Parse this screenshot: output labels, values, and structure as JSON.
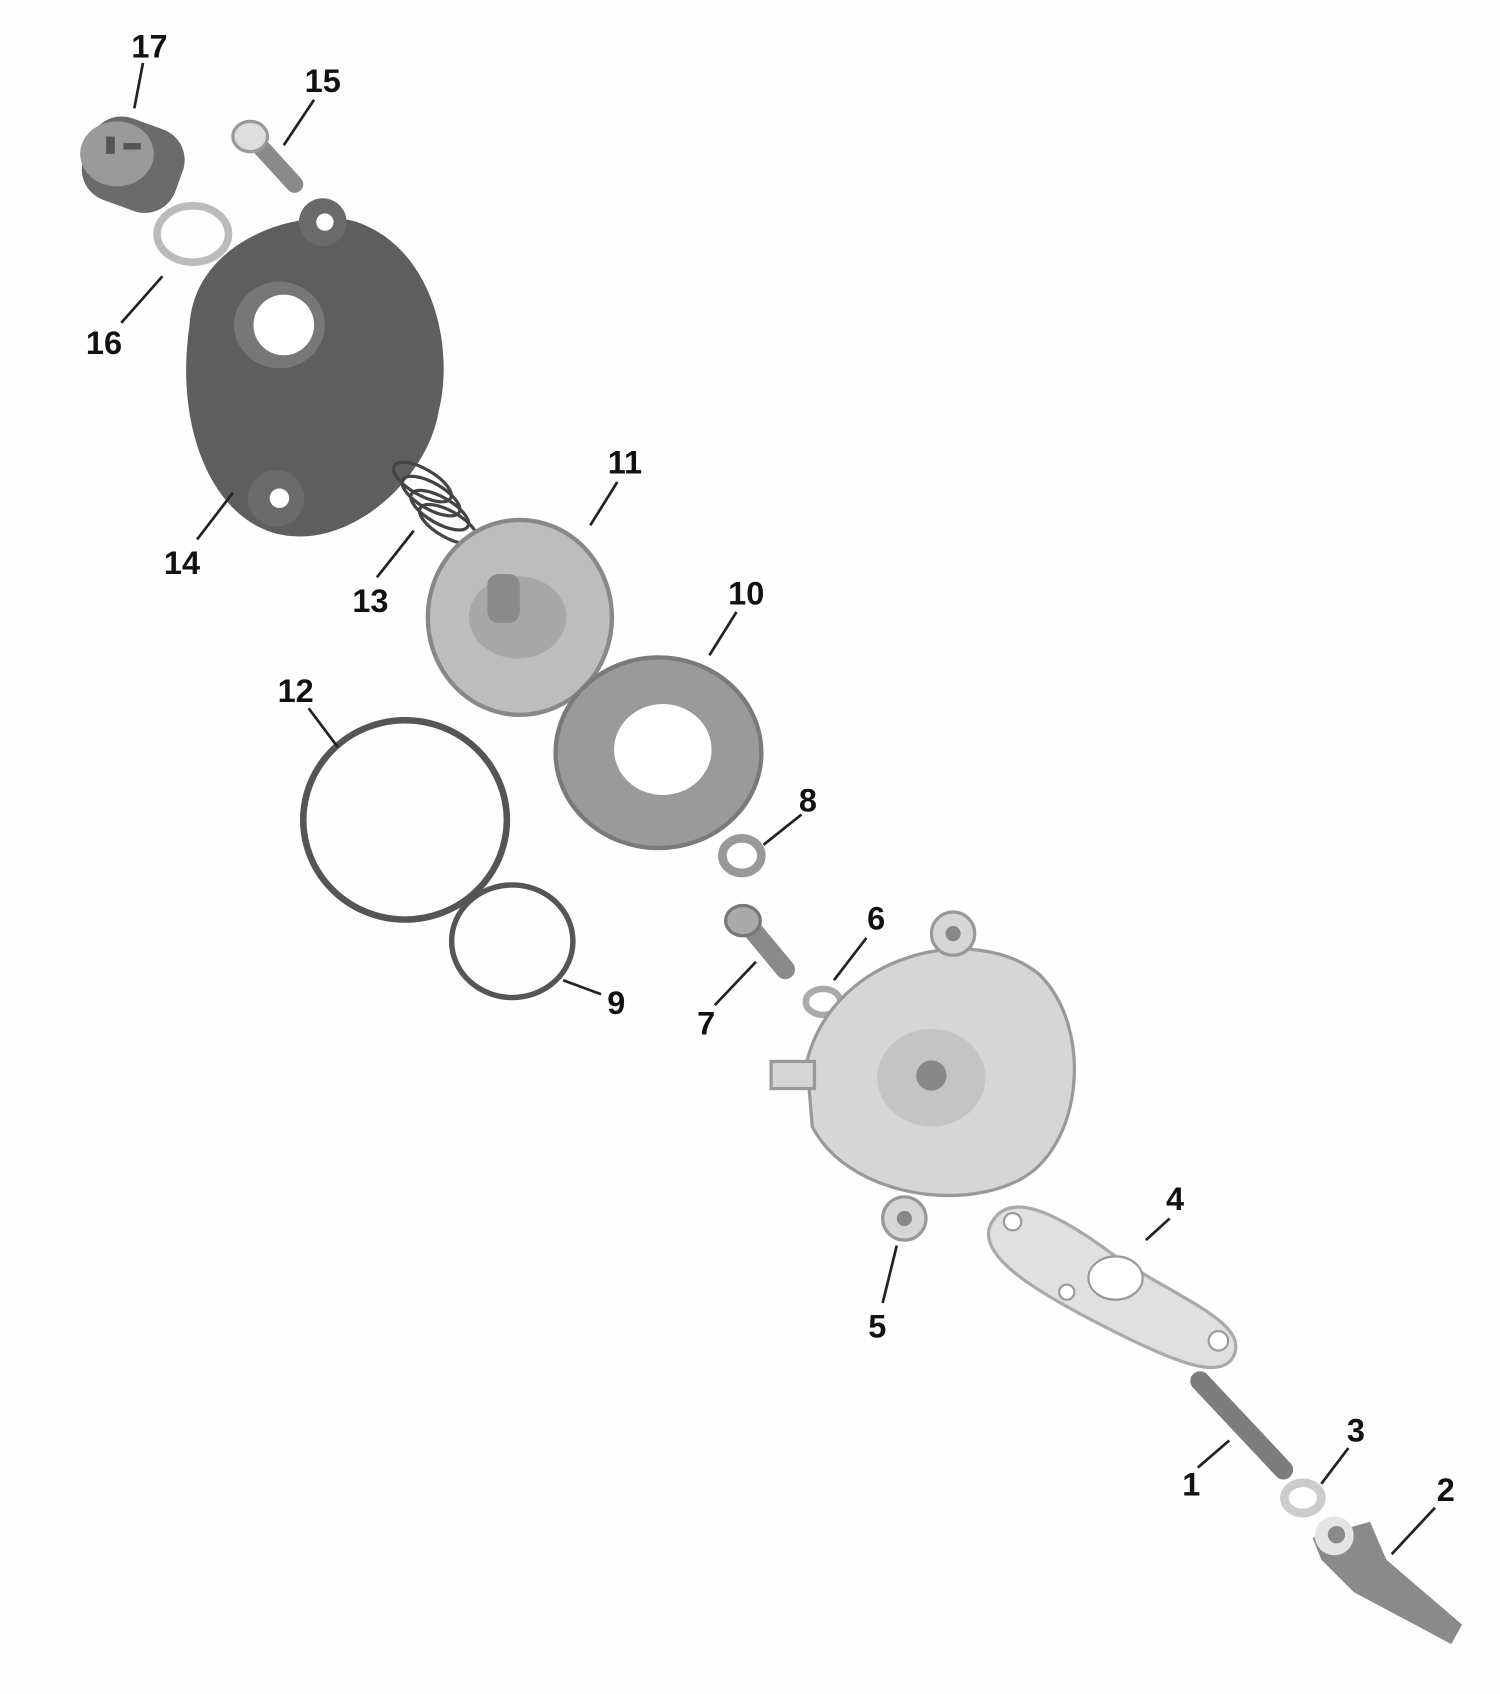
{
  "diagram": {
    "type": "exploded-parts-view",
    "callouts": {
      "p1": "1",
      "p2": "2",
      "p3": "3",
      "p4": "4",
      "p5": "5",
      "p6": "6",
      "p7": "7",
      "p8": "8",
      "p9": "9",
      "p10": "10",
      "p11": "11",
      "p12": "12",
      "p13": "13",
      "p14": "14",
      "p15": "15",
      "p16": "16",
      "p17": "17"
    },
    "colors": {
      "dark_part": "#5e5e5e",
      "mid_part": "#8a8a8a",
      "light_part": "#d8d8d8",
      "outline": "#444444"
    }
  }
}
